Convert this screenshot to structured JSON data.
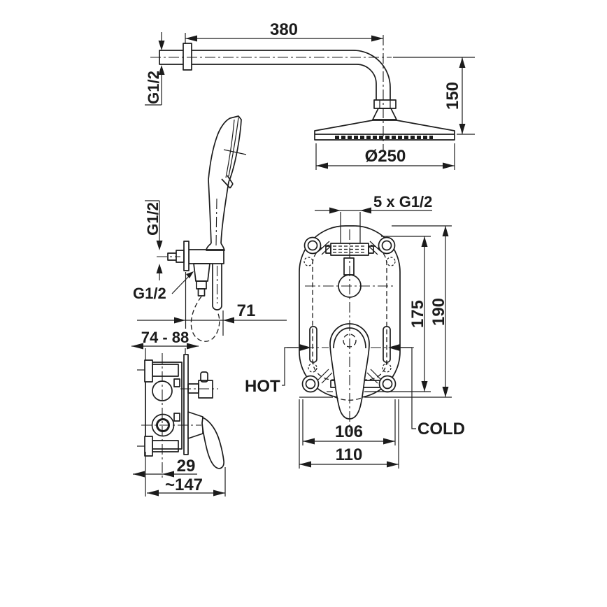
{
  "drawing": {
    "type": "technical-installation-drawing",
    "subject": "concealed shower mixer set with overhead rain shower and hand shower",
    "colors": {
      "line": "#1c1c1c",
      "background": "#ffffff"
    },
    "labels": {
      "arm_length": "380",
      "arm_thread": "G1/2",
      "head_drop": "150",
      "head_diameter": "Ø250",
      "holder_thread": "G1/2",
      "outlet_thread": "G1/2",
      "holder_reach": "71",
      "rough_in_depth": "74 - 88",
      "handle_offset": "29",
      "total_depth": "~147",
      "connections": "5 x G1/2",
      "mount_height": "175",
      "plate_height": "190",
      "inner_width": "106",
      "plate_width": "110",
      "hot": "HOT",
      "cold": "COLD"
    }
  }
}
